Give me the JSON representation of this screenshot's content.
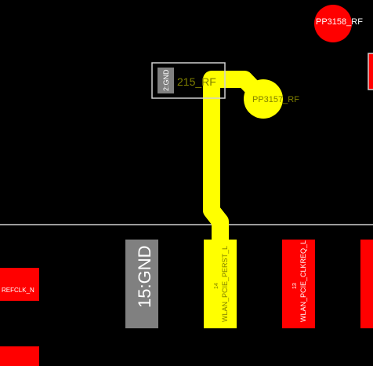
{
  "colors": {
    "background": "#000000",
    "trace": "#ffff00",
    "pad_red": "#ff0000",
    "pad_gray": "#808080",
    "outline": "#d0d0d0",
    "text_pad": "#ffffff",
    "text_overlay": "#808000"
  },
  "labels": {
    "via_top_right": "PP3158_RF",
    "via_center": "PP3157_RF",
    "component_pin_name": "215_RF",
    "component_pin_gnd": "2:GND",
    "pad_left": "REFCLK_N",
    "pad_gnd": "15:GND",
    "pad_14_number": "14",
    "pad_14_net": "WLAN_PCIE_PERST_L",
    "pad_13_number": "13",
    "pad_13_net": "WLAN_PCIE_CLKREQ_L"
  }
}
